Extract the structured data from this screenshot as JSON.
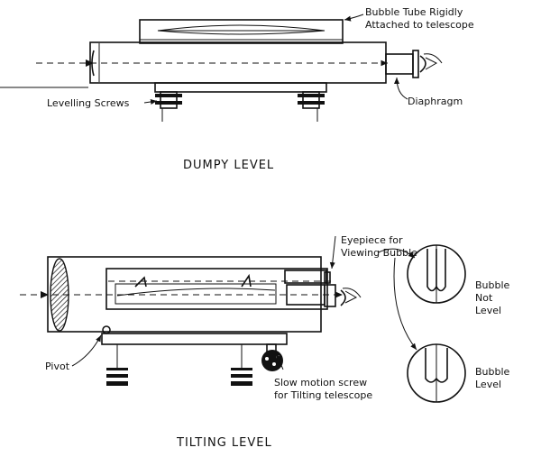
{
  "dumpy": {
    "title": "DUMPY LEVEL",
    "labels": {
      "bubble_tube_line1": "Bubble Tube Rigidly",
      "bubble_tube_line2": "Attached to telescope",
      "levelling_screws": "Levelling Screws",
      "diaphragm": "Diaphragm"
    }
  },
  "tilting": {
    "title": "TILTING LEVEL",
    "labels": {
      "eyepiece_line1": "Eyepiece for",
      "eyepiece_line2": "Viewing Bubble",
      "pivot": "Pivot",
      "slow_motion_line1": "Slow motion screw",
      "slow_motion_line2": "for Tilting telescope",
      "bubble_not_level_line1": "Bubble",
      "bubble_not_level_line2": "Not",
      "bubble_not_level_line3": "Level",
      "bubble_level_line1": "Bubble",
      "bubble_level_line2": "Level"
    }
  }
}
